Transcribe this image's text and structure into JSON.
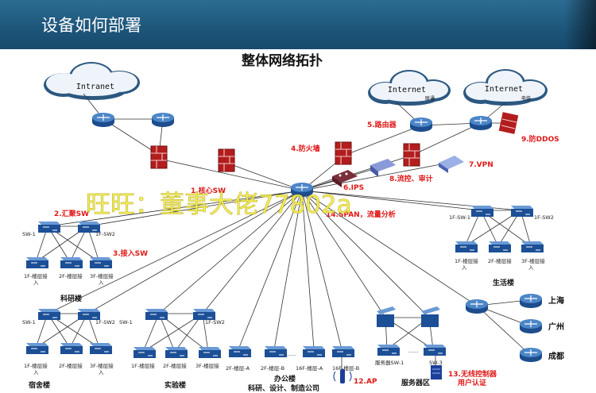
{
  "header": {
    "title": "设备如何部署"
  },
  "diagram_title": "整体网络拓扑",
  "clouds": {
    "intranet": "Intranet",
    "internet1": "Internet",
    "internet1_sub": "联通",
    "internet2": "Internet",
    "internet2_sub": "电信"
  },
  "callouts": {
    "core_sw": "1.核心SW",
    "agg_sw": "2.汇聚SW",
    "access_sw": "3.接入SW",
    "firewall": "4.防火墙",
    "router": "5.路由器",
    "ips": "6.IPS",
    "vpn": "7.VPN",
    "flow_audit": "8.流控、审计",
    "anti_ddos": "9.防DDOS",
    "span": "14.SPAN，流量分析",
    "ap": "12.AP",
    "wlc_line1": "13.无线控制器",
    "wlc_line2": "用户认证"
  },
  "device_labels": {
    "sw1": "SW-1",
    "sw2": "1F-SW2",
    "fsw1": "1F-SW-1",
    "fsw2": "1F-SW2",
    "srv_sw1": "服务器SW-1",
    "srv_sw3": "SW-3",
    "dots": "......"
  },
  "floors": {
    "f1": "1F-楼层接",
    "f2": "2F-楼层接",
    "f3": "3F-楼层接",
    "f2a": "2F-楼层-A",
    "f2b": "2F-楼层-B",
    "f16a": "16F-楼层-A",
    "f16b": "16F-楼层-B",
    "in": "入"
  },
  "buildings": {
    "research": "科研楼",
    "dorm": "宿舍楼",
    "lab": "实验楼",
    "office": "办公楼",
    "office_sub": "科研、设计、制造公司",
    "server": "服务器区",
    "living": "生活楼"
  },
  "cities": [
    "上海",
    "广州",
    "成都"
  ],
  "watermark": "旺旺：董事大佬77802a"
}
